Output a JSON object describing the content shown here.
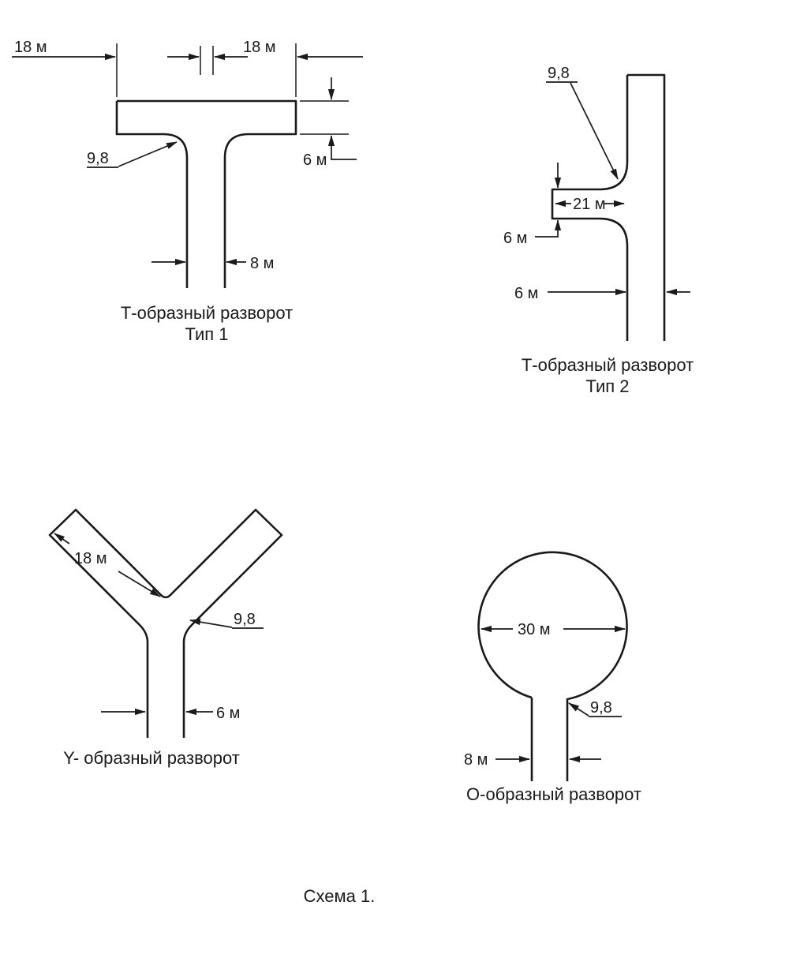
{
  "colors": {
    "ink": "#1a1a1a",
    "background": "#ffffff"
  },
  "caption": "Схема 1.",
  "fig_t1": {
    "title1": "Т-образный разворот",
    "title2": "Тип 1",
    "dim_left": "18 м",
    "dim_right": "18 м",
    "dim_bar_height": "6 м",
    "dim_fillet": "9,8",
    "dim_stem": "8 м"
  },
  "fig_t2": {
    "title1": "Т-образный разворот",
    "title2": "Тип 2",
    "dim_fillet": "9,8",
    "dim_stub_len": "21 м",
    "dim_stub_h": "6 м",
    "dim_bar_w": "6 м"
  },
  "fig_y": {
    "title": "Y- образный разворот",
    "dim_arm": "18 м",
    "dim_fillet": "9,8",
    "dim_stem": "6 м"
  },
  "fig_o": {
    "title": "О-образный разворот",
    "dim_diameter": "30 м",
    "dim_fillet": "9,8",
    "dim_stem": "8 м"
  }
}
